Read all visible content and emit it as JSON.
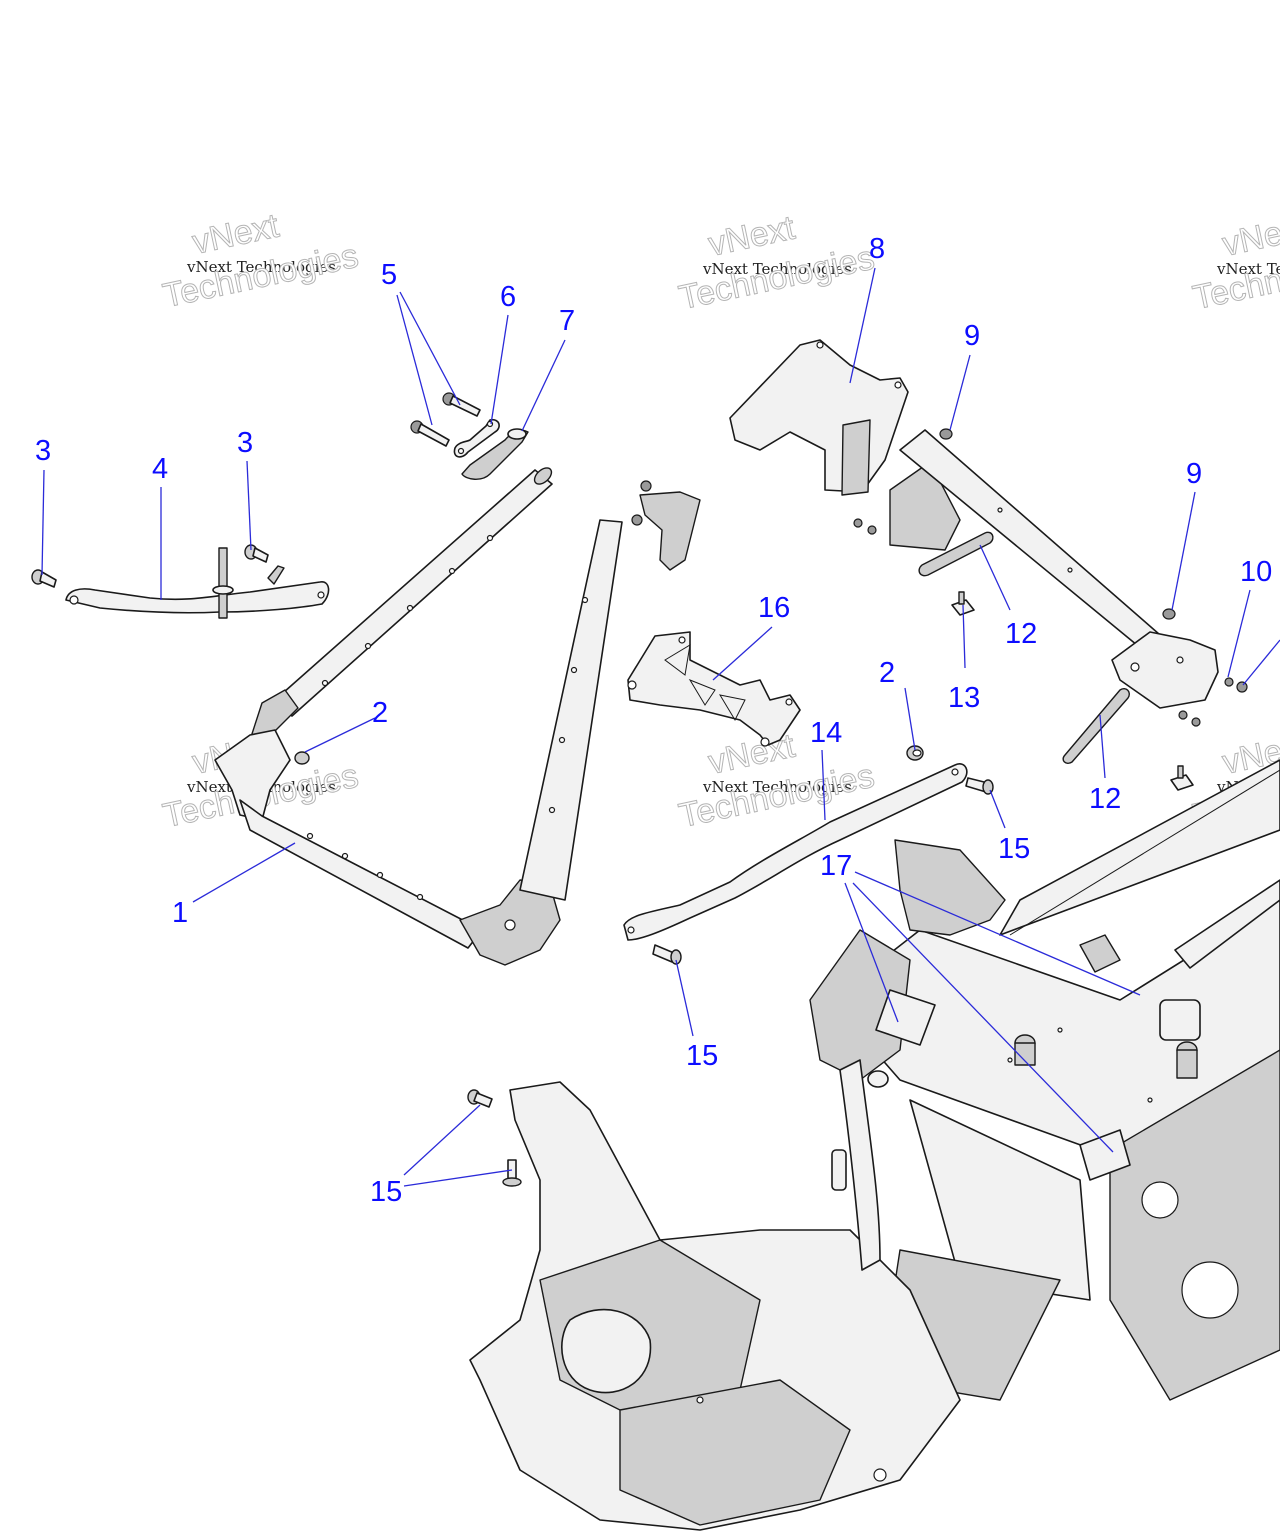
{
  "diagram": {
    "type": "exploded-parts-diagram",
    "callout_color": "#0d0dff",
    "leader_color": "#2b2bd9",
    "watermark": {
      "line1": "vNext Technologies",
      "line2": "Technologies",
      "line2_prefix": "vNext"
    },
    "callouts": [
      {
        "id": "c1",
        "label": "1"
      },
      {
        "id": "c2a",
        "label": "2"
      },
      {
        "id": "c2b",
        "label": "2"
      },
      {
        "id": "c3a",
        "label": "3"
      },
      {
        "id": "c3b",
        "label": "3"
      },
      {
        "id": "c4",
        "label": "4"
      },
      {
        "id": "c5",
        "label": "5"
      },
      {
        "id": "c6",
        "label": "6"
      },
      {
        "id": "c7",
        "label": "7"
      },
      {
        "id": "c8",
        "label": "8"
      },
      {
        "id": "c9a",
        "label": "9"
      },
      {
        "id": "c9b",
        "label": "9"
      },
      {
        "id": "c10",
        "label": "10"
      },
      {
        "id": "c12a",
        "label": "12"
      },
      {
        "id": "c12b",
        "label": "12"
      },
      {
        "id": "c13",
        "label": "13"
      },
      {
        "id": "c14",
        "label": "14"
      },
      {
        "id": "c15a",
        "label": "15"
      },
      {
        "id": "c15b",
        "label": "15"
      },
      {
        "id": "c15c",
        "label": "15"
      },
      {
        "id": "c16",
        "label": "16"
      },
      {
        "id": "c17",
        "label": "17"
      }
    ],
    "parts": [
      {
        "ref": "1",
        "name": "lower frame tube (bent, left)"
      },
      {
        "ref": "2",
        "name": "nut"
      },
      {
        "ref": "3",
        "name": "bolt"
      },
      {
        "ref": "4",
        "name": "cross brace with stud"
      },
      {
        "ref": "5",
        "name": "bolt"
      },
      {
        "ref": "6",
        "name": "link plate"
      },
      {
        "ref": "7",
        "name": "clamp bracket"
      },
      {
        "ref": "8",
        "name": "upper frame weldment"
      },
      {
        "ref": "9",
        "name": "flange nut"
      },
      {
        "ref": "10",
        "name": "nut"
      },
      {
        "ref": "12",
        "name": "retainer strip"
      },
      {
        "ref": "13",
        "name": "stud plate"
      },
      {
        "ref": "14",
        "name": "support brace"
      },
      {
        "ref": "15",
        "name": "bolt"
      },
      {
        "ref": "16",
        "name": "mounting bracket"
      },
      {
        "ref": "17",
        "name": "label / decal"
      }
    ]
  }
}
